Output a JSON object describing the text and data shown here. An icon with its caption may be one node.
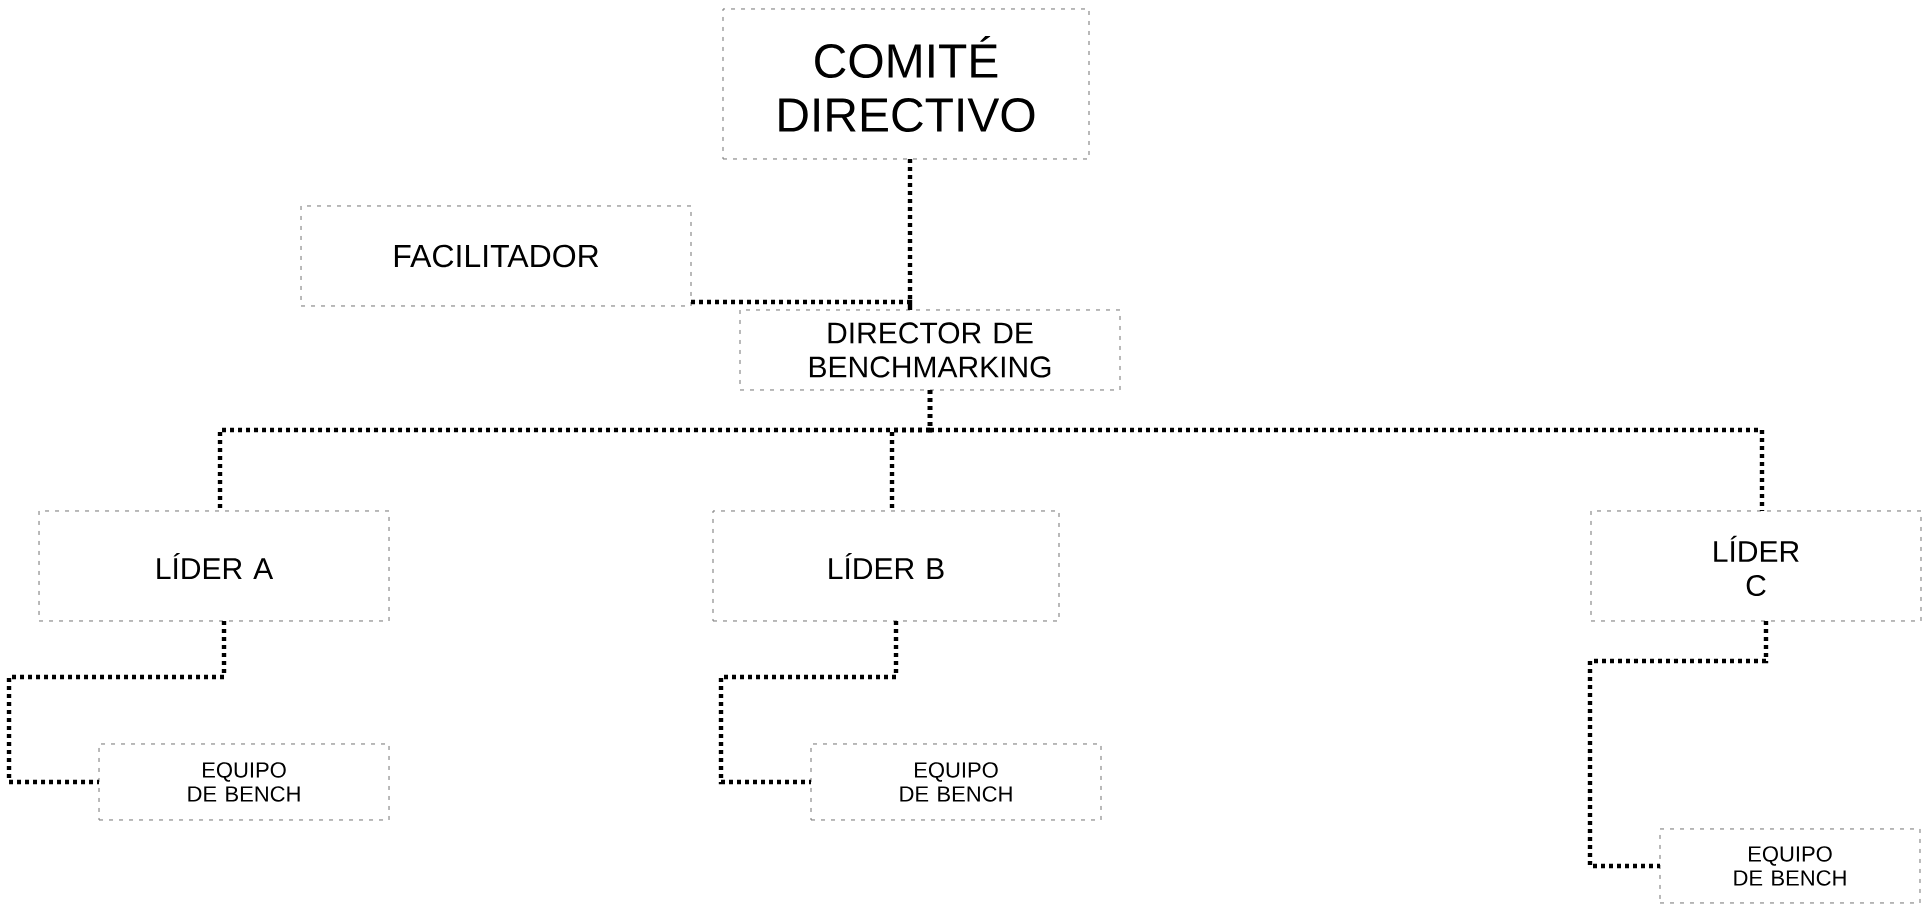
{
  "diagram": {
    "nodes": [
      {
        "text": [
          "COMITÉ DIRECTIVO"
        ]
      },
      {
        "text": [
          "FACILITADOR"
        ]
      },
      {
        "text": [
          "DIRECTOR DE BENCHMARKING"
        ]
      },
      {
        "text": [
          "LÍDER A"
        ]
      },
      {
        "text": [
          "LÍDER B"
        ]
      },
      {
        "text": [
          "LÍDER C"
        ]
      },
      {
        "text": [
          "EQUIPO DE BENCH"
        ]
      },
      {
        "text": [
          "EQUIPO DE BENCH"
        ]
      },
      {
        "text": [
          "EQUIPO DE BENCH"
        ]
      }
    ],
    "edges": [
      {
        "from": 0,
        "to": 2,
        "arrow": "none"
      },
      {
        "from": 1,
        "to": 2,
        "arrow": "none"
      },
      {
        "from": 2,
        "to": 3,
        "arrow": "none"
      },
      {
        "from": 2,
        "to": 4,
        "arrow": "none"
      },
      {
        "from": 2,
        "to": 5,
        "arrow": "none"
      },
      {
        "from": 3,
        "to": 6,
        "arrow": "none"
      },
      {
        "from": 4,
        "to": 7,
        "arrow": "none"
      },
      {
        "from": 5,
        "to": 8,
        "arrow": "none"
      }
    ]
  }
}
